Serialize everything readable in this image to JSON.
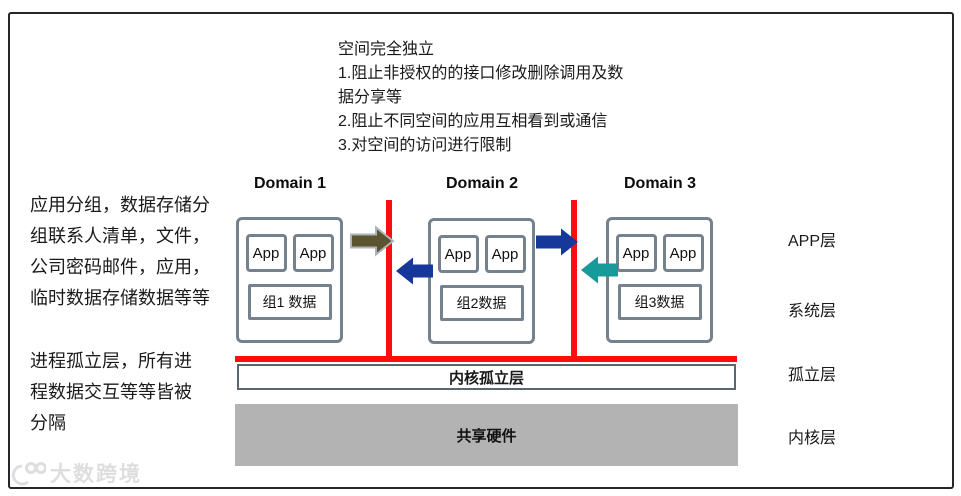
{
  "colors": {
    "red": "#fe0d0d",
    "navy": "#16389b",
    "teal": "#189a9a",
    "olive": "#5b5430",
    "olive_stroke": "#aab6be",
    "box_border": "#75828e",
    "hardware_fill": "#b3b3b3"
  },
  "top_note": {
    "lines": [
      "空间完全独立",
      "1.阻止非授权的的接口修改删除调用及数",
      "据分享等",
      "2.阻止不同空间的应用互相看到或通信",
      "3.对空间的访问进行限制"
    ]
  },
  "left_note_group": {
    "lines": [
      "应用分组，数据存储分",
      "组联系人清单，文件，",
      "公司密码邮件，应用，",
      "临时数据存储数据等等"
    ]
  },
  "left_note_process": {
    "lines": [
      "进程孤立层，所有进",
      "程数据交互等等皆被",
      "分隔"
    ]
  },
  "domains": [
    {
      "title": "Domain 1",
      "apps": [
        "App",
        "App"
      ],
      "data_label": "组1 数据"
    },
    {
      "title": "Domain 2",
      "apps": [
        "App",
        "App"
      ],
      "data_label": "组2数据"
    },
    {
      "title": "Domain 3",
      "apps": [
        "App",
        "App"
      ],
      "data_label": "组3数据"
    }
  ],
  "layers": {
    "app": "APP层",
    "system": "系统层",
    "isolation": "孤立层",
    "kernel": "内核层"
  },
  "kernel_isolation_label": "内核孤立层",
  "shared_hardware_label": "共享硬件",
  "watermark": {
    "text": "大数跨境"
  }
}
